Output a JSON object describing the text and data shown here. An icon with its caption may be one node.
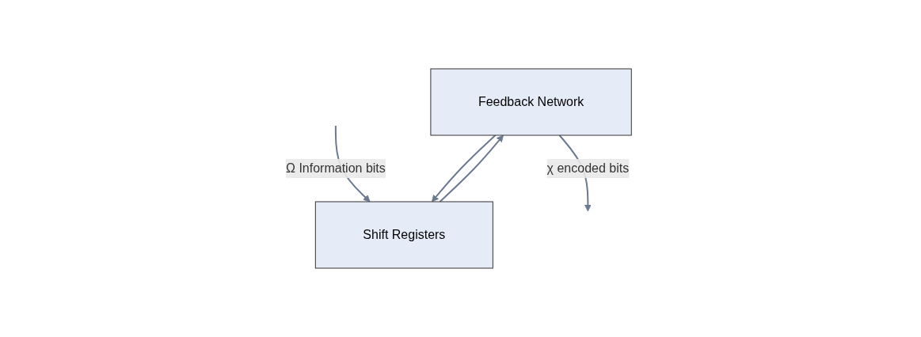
{
  "diagram": {
    "nodes": [
      {
        "text": [
          "Feedback Network"
        ]
      },
      {
        "text": [
          "Shift Registers"
        ]
      }
    ],
    "edges": [
      {
        "from": null,
        "to": 1,
        "arrow": "to",
        "label": "Ω Information bits"
      },
      {
        "from": 1,
        "to": 0,
        "arrow": "to"
      },
      {
        "from": 0,
        "to": 1,
        "arrow": "to"
      },
      {
        "from": 0,
        "to": null,
        "arrow": "to",
        "label": "χ encoded bits"
      }
    ]
  }
}
